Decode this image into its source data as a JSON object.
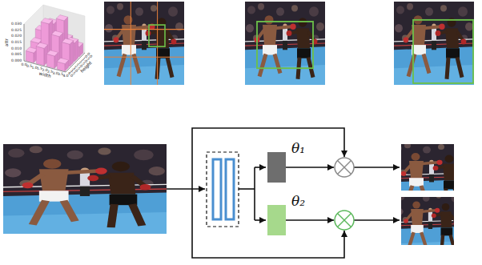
{
  "diagram": {
    "nodes": [
      {
        "text": [
          "θ₁"
        ]
      },
      {
        "text": [
          "θ₂"
        ]
      }
    ],
    "labels": [
      "0.030",
      "0.025",
      "0.020",
      "0.015",
      "0.010",
      "0.005",
      "0.000",
      "attr",
      "0.0",
      "0.5",
      "1.0",
      "1.5",
      "2.0",
      "2.5",
      "3.0",
      "3.5",
      "4.0",
      "width",
      "4.0",
      "3.5",
      "3.0",
      "2.5",
      "2.0",
      "1.5",
      "1.0",
      "0.5",
      "0.0",
      "height"
    ]
  }
}
